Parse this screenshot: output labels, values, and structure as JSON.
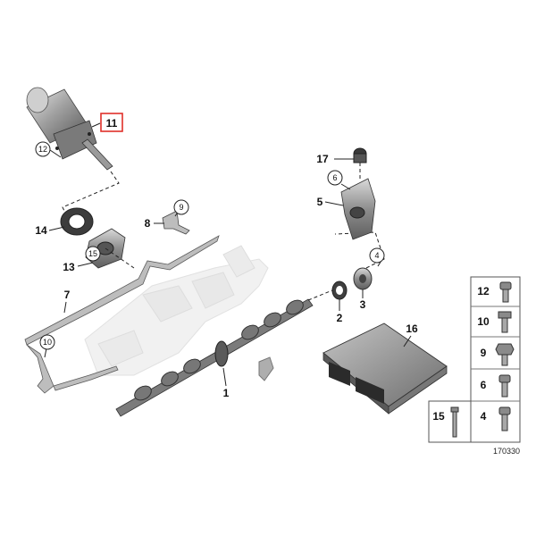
{
  "callouts": {
    "c1": "1",
    "c2": "2",
    "c3": "3",
    "c4": "4",
    "c5": "5",
    "c6": "6",
    "c7": "7",
    "c8": "8",
    "c9": "9",
    "c10": "10",
    "c11": "11",
    "c12": "12",
    "c13": "13",
    "c14": "14",
    "c15": "15",
    "c16": "16",
    "c17": "17"
  },
  "legend": {
    "r1": [
      "12"
    ],
    "r2": [
      "10"
    ],
    "r3": [
      "9"
    ],
    "r4": [
      "6"
    ],
    "r5": [
      "15",
      "4"
    ]
  },
  "catalog_number": "170330",
  "highlight_color": "#e0302a"
}
